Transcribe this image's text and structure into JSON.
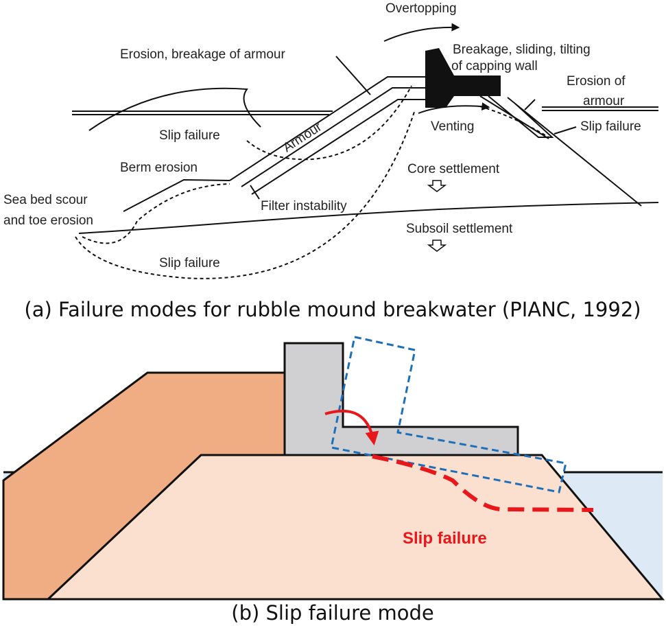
{
  "panel_a": {
    "labels": {
      "overtopping": "Overtopping",
      "erosion_breakage_armour": "Erosion, breakage of armour",
      "breakage_line1": "Breakage, sliding, tilting",
      "breakage_line2": "of capping wall",
      "erosion_of_line1": "Erosion of",
      "erosion_of_line2": "armour",
      "slip_failure_upper_left": "Slip failure",
      "armour": "Armour",
      "venting": "Venting",
      "slip_failure_right": "Slip failure",
      "berm_erosion": "Berm erosion",
      "core_settlement": "Core settlement",
      "sea_bed_line1": "Sea bed scour",
      "sea_bed_line2": "and toe erosion",
      "filter_instability": "Filter instability",
      "subsoil_settlement": "Subsoil settlement",
      "slip_failure_bottom": "Slip failure"
    },
    "caption": "(a) Failure modes for rubble mound breakwater (PIANC, 1992)"
  },
  "panel_b": {
    "slip_label": "Slip failure",
    "caption": "(b) Slip failure mode",
    "colors": {
      "armour_fill": "#f0ad84",
      "core_fill": "#fbe0cf",
      "wall_fill": "#d0cfd2",
      "water_fill": "#ddeaf5",
      "tilted_wall_outline": "#1f6fb8",
      "slip_line": "#e8171b"
    }
  }
}
